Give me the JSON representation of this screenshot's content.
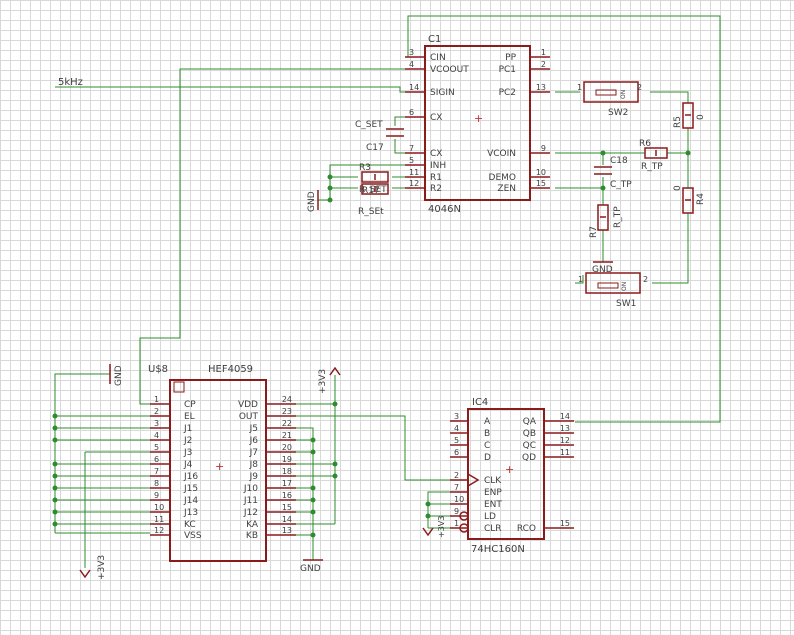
{
  "net_label": "5kHz",
  "ic1": {
    "name": "C1",
    "value": "4046N",
    "left_pins": [
      {
        "num": "3",
        "name": "CIN"
      },
      {
        "num": "4",
        "name": "VCOOUT"
      },
      {
        "num": "14",
        "name": "SIGIN"
      },
      {
        "num": "6",
        "name": "CX"
      },
      {
        "num": "7",
        "name": "CX"
      },
      {
        "num": "5",
        "name": "INH"
      },
      {
        "num": "11",
        "name": "R1"
      },
      {
        "num": "12",
        "name": "R2"
      }
    ],
    "right_pins": [
      {
        "num": "1",
        "name": "PP"
      },
      {
        "num": "2",
        "name": "PC1"
      },
      {
        "num": "13",
        "name": "PC2"
      },
      {
        "num": "9",
        "name": "VCOIN"
      },
      {
        "num": "10",
        "name": "DEMO"
      },
      {
        "num": "15",
        "name": "ZEN"
      }
    ]
  },
  "u8": {
    "name": "U$8",
    "value": "HEF4059",
    "left_pins": [
      {
        "num": "1",
        "name": "CP"
      },
      {
        "num": "2",
        "name": "EL"
      },
      {
        "num": "3",
        "name": "J1"
      },
      {
        "num": "4",
        "name": "J2"
      },
      {
        "num": "5",
        "name": "J3"
      },
      {
        "num": "6",
        "name": "J4"
      },
      {
        "num": "7",
        "name": "J16"
      },
      {
        "num": "8",
        "name": "J15"
      },
      {
        "num": "9",
        "name": "J14"
      },
      {
        "num": "10",
        "name": "J13"
      },
      {
        "num": "11",
        "name": "KC"
      },
      {
        "num": "12",
        "name": "VSS"
      }
    ],
    "right_pins": [
      {
        "num": "24",
        "name": "VDD"
      },
      {
        "num": "23",
        "name": "OUT"
      },
      {
        "num": "22",
        "name": "J5"
      },
      {
        "num": "21",
        "name": "J6"
      },
      {
        "num": "20",
        "name": "J7"
      },
      {
        "num": "19",
        "name": "J8"
      },
      {
        "num": "18",
        "name": "J9"
      },
      {
        "num": "17",
        "name": "J10"
      },
      {
        "num": "16",
        "name": "J11"
      },
      {
        "num": "15",
        "name": "J12"
      },
      {
        "num": "14",
        "name": "KA"
      },
      {
        "num": "13",
        "name": "KB"
      }
    ]
  },
  "ic4": {
    "name": "IC4",
    "value": "74HC160N",
    "left_pins": [
      {
        "num": "3",
        "name": "A"
      },
      {
        "num": "4",
        "name": "B"
      },
      {
        "num": "5",
        "name": "C"
      },
      {
        "num": "6",
        "name": "D"
      },
      {
        "num": "2",
        "name": "CLK"
      },
      {
        "num": "7",
        "name": "ENP"
      },
      {
        "num": "10",
        "name": "ENT"
      },
      {
        "num": "9",
        "name": "LD"
      },
      {
        "num": "1",
        "name": "CLR"
      }
    ],
    "right_pins": [
      {
        "num": "14",
        "name": "QA"
      },
      {
        "num": "13",
        "name": "QB"
      },
      {
        "num": "12",
        "name": "QC"
      },
      {
        "num": "11",
        "name": "QD"
      },
      {
        "num": "15",
        "name": "RCO"
      }
    ]
  },
  "parts": {
    "c_set": "C_SET",
    "c17": "C17",
    "r3": "R3",
    "r_set": "R_SET",
    "r_set_overlap": "R17",
    "r_set2": "R_SEt",
    "c18": "C18",
    "c_tp": "C_TP",
    "r6": "R6",
    "r_tp": "R_TP",
    "r7": "R7",
    "r_tp_vert": "R_TP",
    "r5": "R5",
    "r5_val": "0",
    "r4": "R4",
    "r4_val": "0",
    "sw1": "SW1",
    "sw2": "SW2",
    "sw_pin1": "1",
    "sw_pin2": "2",
    "sw_on": "ON"
  },
  "power": {
    "gnd_left": "GND",
    "gnd_u8": "GND",
    "gnd_bottom": "GND",
    "gnd_sw1": "GND",
    "v33_top": "+3V3",
    "v33_bottom": "+3V3",
    "v33_ic4": "+3V3"
  }
}
